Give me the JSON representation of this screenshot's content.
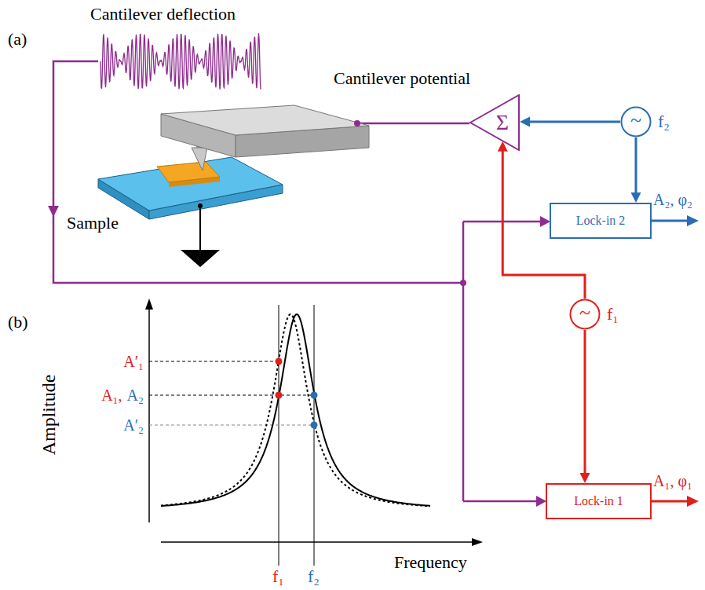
{
  "diagram": {
    "nodes": [
      {
        "text": [
          "Σ"
        ]
      },
      {
        "text": [
          "~",
          "f₂"
        ]
      },
      {
        "text": [
          "Lock-in 2"
        ]
      },
      {
        "text": [
          "~",
          "f₁"
        ]
      },
      {
        "text": [
          "Lock-in 1"
        ]
      }
    ],
    "edges": [
      {
        "from": 1,
        "to": 0,
        "arrow": "to"
      },
      {
        "from": 1,
        "to": 2,
        "arrow": "to"
      },
      {
        "from": 3,
        "to": 0,
        "arrow": "to"
      },
      {
        "from": 3,
        "to": 4,
        "arrow": "to"
      }
    ],
    "labels": [
      "Cantilever deflection",
      "(a)",
      "Cantilever potential",
      "Sample",
      "A₂, φ₂",
      "A₁, φ₁",
      "(b)",
      "Amplitude",
      "A′₁",
      "A₁,",
      "A₂",
      "A′₂",
      "f₁",
      "f₂",
      "Frequency"
    ]
  }
}
